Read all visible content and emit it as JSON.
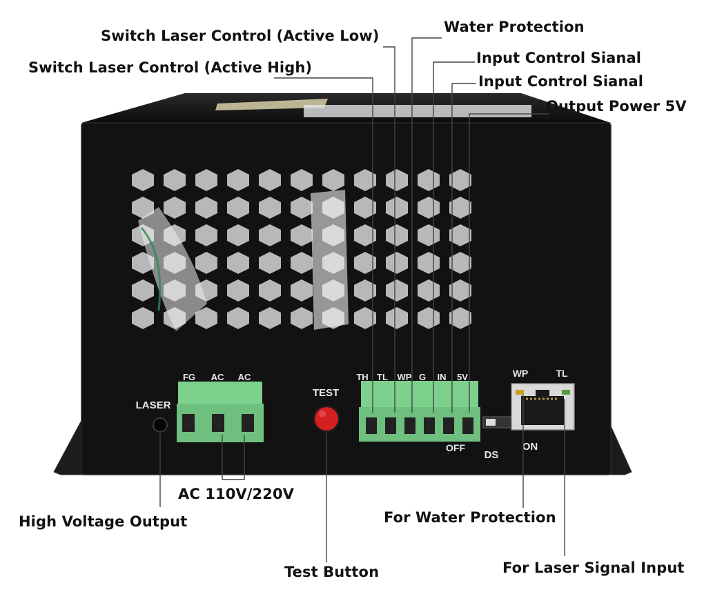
{
  "callouts": {
    "active_low": "Switch Laser Control (Active Low)",
    "water_protection_top": "Water Protection",
    "input_control_1": "Input Control Sianal",
    "active_high": "Switch Laser Control (Active High)",
    "input_control_2": "Input Control Sianal",
    "output_power": "Output Power 5V",
    "ac_input": "AC 110V/220V",
    "high_voltage": "High Voltage Output",
    "for_water_protection": "For Water Protection",
    "test_button": "Test Button",
    "for_laser_signal": "For Laser Signal Input"
  },
  "panel_labels": {
    "laser": "LASER",
    "ac_terminals": [
      "FG",
      "AC",
      "AC"
    ],
    "test": "TEST",
    "signal_terminals": [
      "TH",
      "TL",
      "WP",
      "G",
      "IN",
      "5V"
    ],
    "off": "OFF",
    "ds": "DS",
    "on": "ON",
    "wp": "WP",
    "tl": "TL"
  },
  "colors": {
    "chassis": "#121212",
    "terminal_green": "#6fc07f",
    "test_button": "#d42020",
    "leader_line": "#444444"
  }
}
